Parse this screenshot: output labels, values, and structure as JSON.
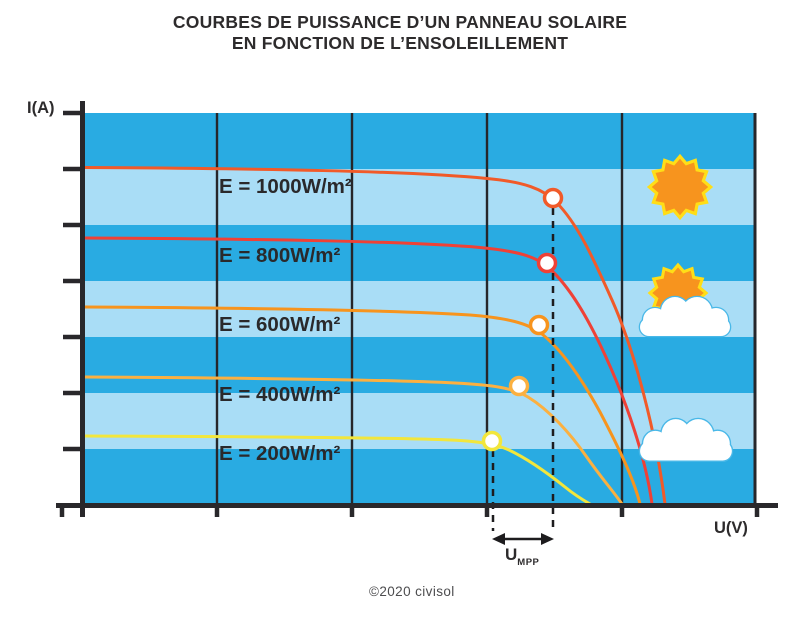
{
  "title": {
    "line1": "COURBES DE PUISSANCE D’UN PANNEAU SOLAIRE",
    "line2": "EN FONCTION DE L’ENSOLEILLEMENT"
  },
  "axes": {
    "y_label": "I(A)",
    "x_label": "U(V)"
  },
  "curves": [
    {
      "label": "E = 1000W/m²",
      "color": "#F15A29"
    },
    {
      "label": "E = 800W/m²",
      "color": "#EF4136"
    },
    {
      "label": "E = 600W/m²",
      "color": "#F7941E"
    },
    {
      "label": "E = 400W/m²",
      "color": "#FBB040"
    },
    {
      "label": "E = 200W/m²",
      "color": "#F2E63C"
    }
  ],
  "annotation": {
    "u": "U",
    "sub": "MPP"
  },
  "credit": "©2020 civisol",
  "icons": [
    {
      "name": "sun-icon",
      "meaning": "full sun (high irradiance)"
    },
    {
      "name": "sun-cloud-icon",
      "meaning": "partly cloudy (medium irradiance)"
    },
    {
      "name": "cloud-icon",
      "meaning": "overcast (low irradiance)"
    }
  ],
  "colors": {
    "band_dark": "#29ABE2",
    "band_light": "#A9DDF6",
    "axis": "#29282b",
    "sun_fill": "#F7941E",
    "sun_stroke": "#FFDE17",
    "cloud_fill": "#FFFFFF",
    "cloud_stroke": "#49B8E8",
    "text": "#2d2b2c"
  },
  "chart_data": {
    "type": "line",
    "title": "COURBES DE PUISSANCE D’UN PANNEAU SOLAIRE EN FONCTION DE L’ENSOLEILLEMENT",
    "xlabel": "U(V)",
    "ylabel": "I(A)",
    "axis_note": "Axes carry unlabeled tick marks only; values below are expressed as fractions of the full axis span (I–V curves of a PV panel for 5 irradiance levels, current proportional to irradiance 5:4:3:2:1).",
    "x_gridlines_frac": [
      0.2,
      0.4,
      0.6,
      0.8,
      1.0
    ],
    "y_ticks_frac": [
      0,
      0.143,
      0.286,
      0.429,
      0.571,
      0.714,
      0.857,
      1.0
    ],
    "grid": "vertical gridlines + alternating horizontal blue bands",
    "legend_position": "labels placed under the flat part of each curve",
    "series": [
      {
        "name": "E = 1000W/m²",
        "irradiance_w_m2": 1000,
        "color": "#F15A29",
        "short_circuit_current_frac": 0.86,
        "open_circuit_voltage_frac": 0.87,
        "mpp": {
          "u_frac": 0.7,
          "i_frac": 0.78
        },
        "points": [
          [
            0,
            0.86
          ],
          [
            0.3,
            0.855
          ],
          [
            0.6,
            0.835
          ],
          [
            0.7,
            0.78
          ],
          [
            0.79,
            0.52
          ],
          [
            0.87,
            0
          ]
        ]
      },
      {
        "name": "E = 800W/m²",
        "irradiance_w_m2": 800,
        "color": "#EF4136",
        "short_circuit_current_frac": 0.68,
        "open_circuit_voltage_frac": 0.85,
        "mpp": {
          "u_frac": 0.69,
          "i_frac": 0.62
        },
        "points": [
          [
            0,
            0.68
          ],
          [
            0.3,
            0.676
          ],
          [
            0.6,
            0.66
          ],
          [
            0.69,
            0.62
          ],
          [
            0.78,
            0.4
          ],
          [
            0.85,
            0
          ]
        ]
      },
      {
        "name": "E = 600W/m²",
        "irradiance_w_m2": 600,
        "color": "#F7941E",
        "short_circuit_current_frac": 0.5,
        "open_circuit_voltage_frac": 0.83,
        "mpp": {
          "u_frac": 0.68,
          "i_frac": 0.46
        },
        "points": [
          [
            0,
            0.5
          ],
          [
            0.3,
            0.497
          ],
          [
            0.6,
            0.485
          ],
          [
            0.68,
            0.46
          ],
          [
            0.77,
            0.26
          ],
          [
            0.83,
            0
          ]
        ]
      },
      {
        "name": "E = 400W/m²",
        "irradiance_w_m2": 400,
        "color": "#FBB040",
        "short_circuit_current_frac": 0.33,
        "open_circuit_voltage_frac": 0.8,
        "mpp": {
          "u_frac": 0.65,
          "i_frac": 0.3
        },
        "points": [
          [
            0,
            0.33
          ],
          [
            0.3,
            0.327
          ],
          [
            0.6,
            0.315
          ],
          [
            0.65,
            0.3
          ],
          [
            0.74,
            0.15
          ],
          [
            0.8,
            0
          ]
        ]
      },
      {
        "name": "E = 200W/m²",
        "irradiance_w_m2": 200,
        "color": "#F2E63C",
        "short_circuit_current_frac": 0.17,
        "open_circuit_voltage_frac": 0.75,
        "mpp": {
          "u_frac": 0.61,
          "i_frac": 0.16
        },
        "points": [
          [
            0,
            0.17
          ],
          [
            0.3,
            0.169
          ],
          [
            0.55,
            0.165
          ],
          [
            0.61,
            0.16
          ],
          [
            0.7,
            0.08
          ],
          [
            0.75,
            0
          ]
        ]
      }
    ],
    "annotations": [
      {
        "label": "U MPP",
        "type": "range-arrow",
        "from_u_frac": 0.61,
        "to_u_frac": 0.7,
        "description": "dashed guides drop from the MPP points of the 200 and 1000 W/m² curves; double arrow below the axis marks the MPP voltage range"
      }
    ],
    "icons_right_side": [
      "sun",
      "sun behind cloud",
      "cloud"
    ]
  }
}
